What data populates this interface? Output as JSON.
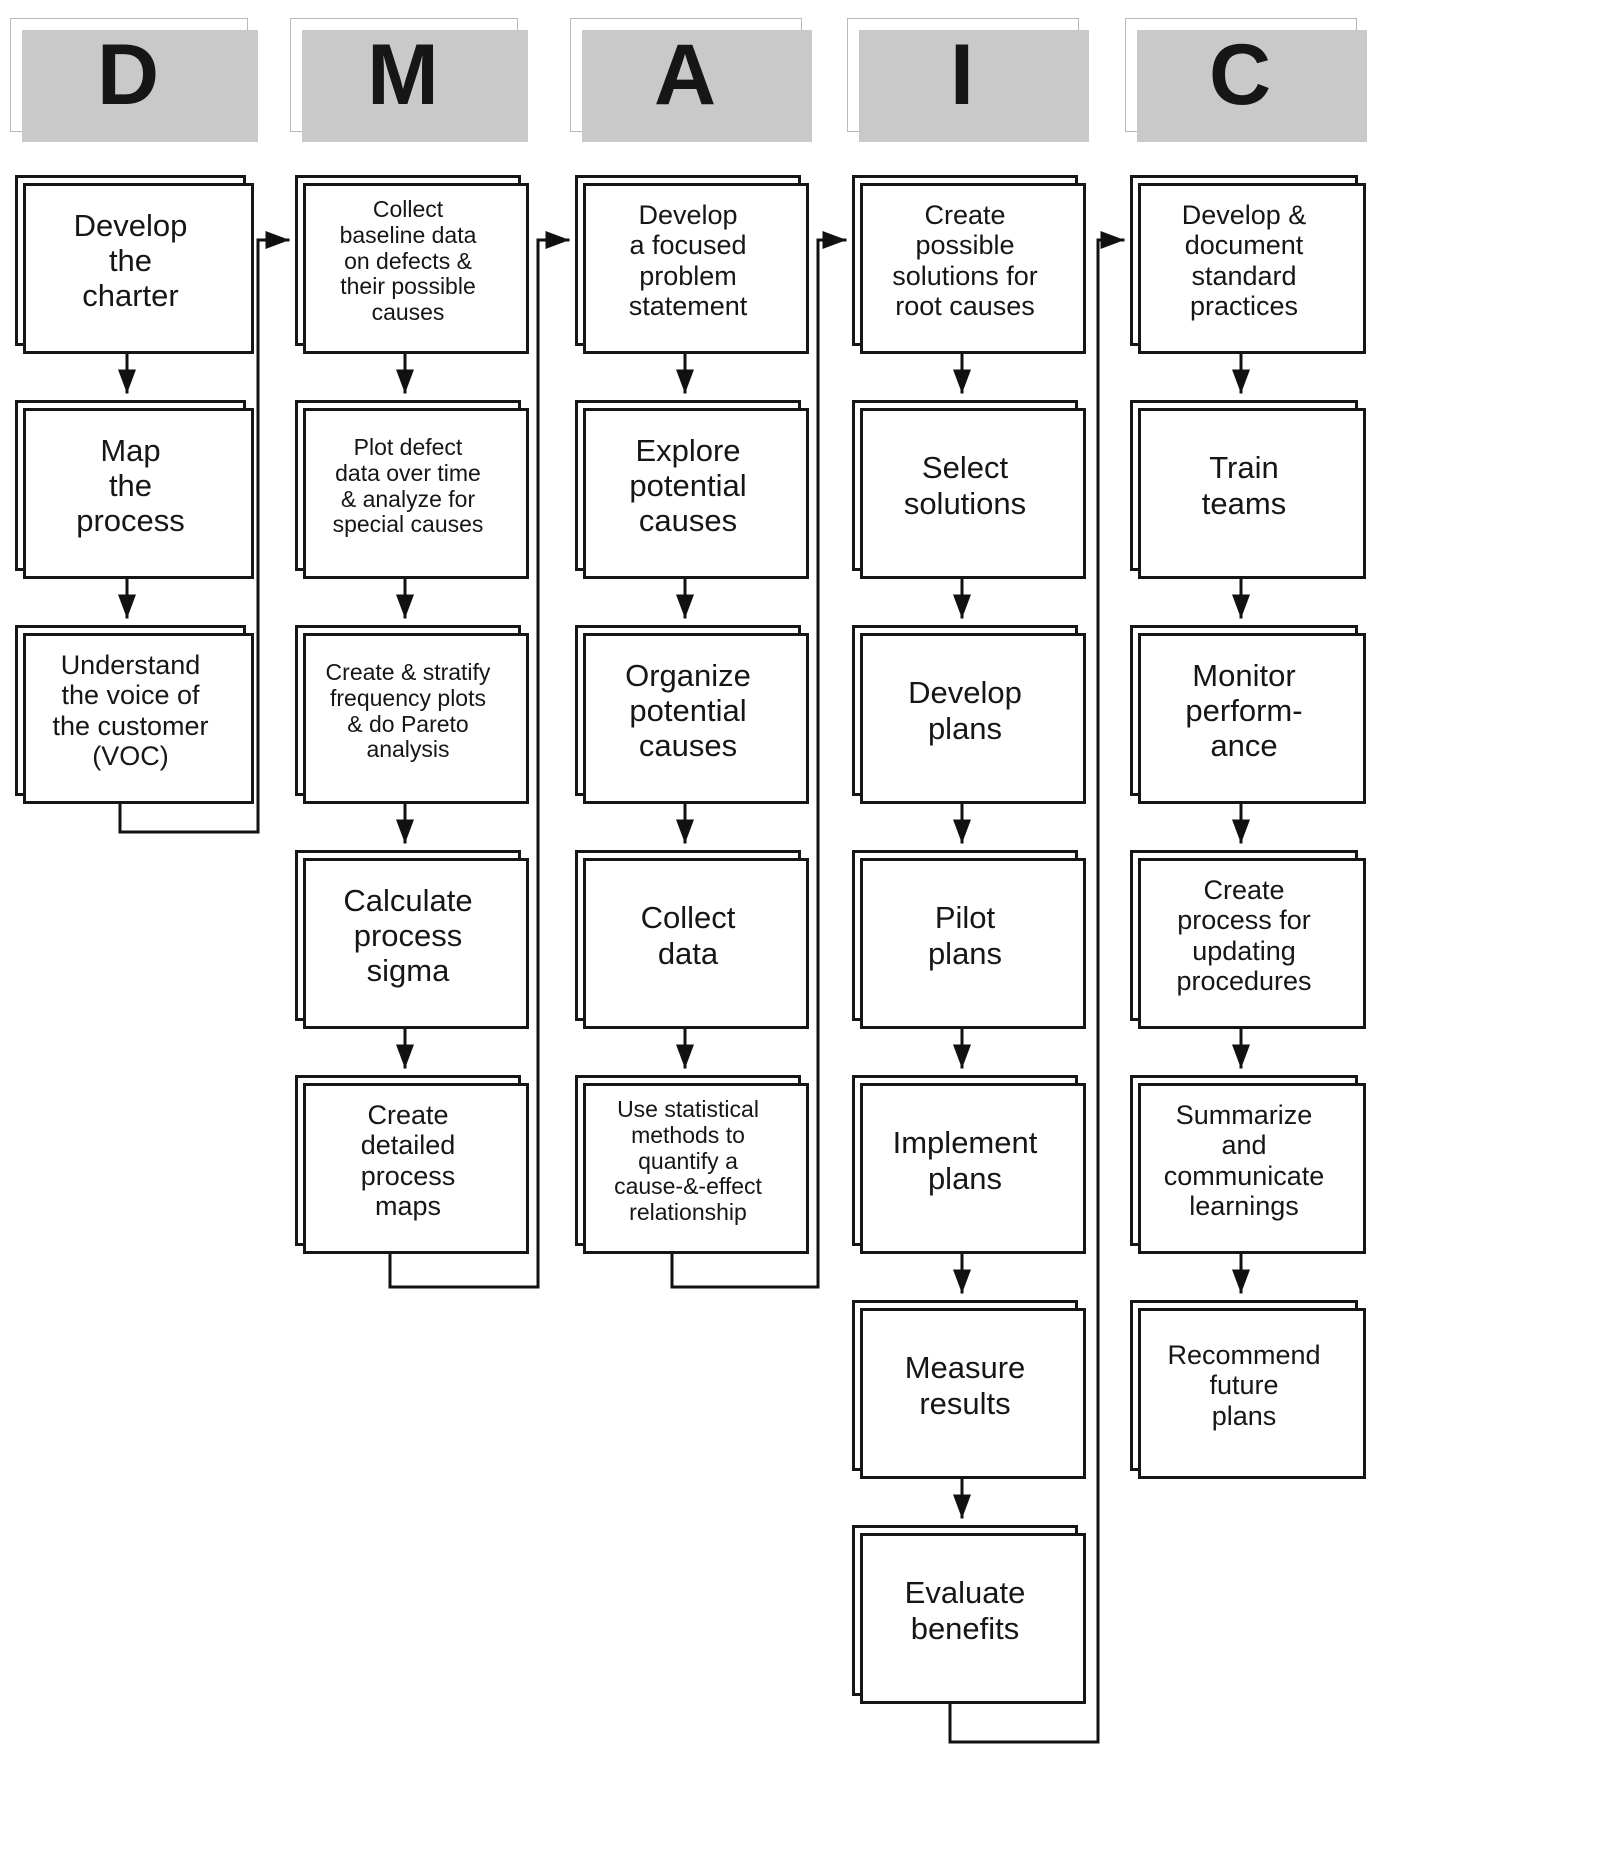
{
  "diagram": {
    "title": "DMAIC process flowchart",
    "colors": {
      "box_border": "#161616",
      "header_shadow": "#c9c9c9",
      "connector_line": "#111111",
      "background": "#ffffff"
    },
    "columns": [
      {
        "letter": "D",
        "steps": [
          {
            "label": "Develop\nthe\ncharter"
          },
          {
            "label": "Map\nthe\nprocess"
          },
          {
            "label": "Understand\nthe voice of\nthe customer\n(VOC)"
          }
        ]
      },
      {
        "letter": "M",
        "steps": [
          {
            "label": "Collect\nbaseline data\non defects &\ntheir possible\ncauses"
          },
          {
            "label": "Plot defect\ndata over time\n& analyze for\nspecial causes"
          },
          {
            "label": "Create & stratify\nfrequency plots\n& do Pareto\nanalysis"
          },
          {
            "label": "Calculate\nprocess\nsigma"
          },
          {
            "label": "Create\ndetailed\nprocess\nmaps"
          }
        ]
      },
      {
        "letter": "A",
        "steps": [
          {
            "label": "Develop\na focused\nproblem\nstatement"
          },
          {
            "label": "Explore\npotential\ncauses"
          },
          {
            "label": "Organize\npotential\ncauses"
          },
          {
            "label": "Collect\ndata"
          },
          {
            "label": "Use statistical\nmethods to\nquantify a\ncause-&-effect\nrelationship"
          }
        ]
      },
      {
        "letter": "I",
        "steps": [
          {
            "label": "Create\npossible\nsolutions for\nroot causes"
          },
          {
            "label": "Select\nsolutions"
          },
          {
            "label": "Develop\nplans"
          },
          {
            "label": "Pilot\nplans"
          },
          {
            "label": "Implement\nplans"
          },
          {
            "label": "Measure\nresults"
          },
          {
            "label": "Evaluate\nbenefits"
          }
        ]
      },
      {
        "letter": "C",
        "steps": [
          {
            "label": "Develop &\ndocument\nstandard\npractices"
          },
          {
            "label": "Train\nteams"
          },
          {
            "label": "Monitor\nperform-\nance"
          },
          {
            "label": "Create\nprocess for\nupdating\nprocedures"
          },
          {
            "label": "Summarize\nand\ncommunicate\nlearnings"
          },
          {
            "label": "Recommend\nfuture\nplans"
          }
        ]
      }
    ]
  }
}
